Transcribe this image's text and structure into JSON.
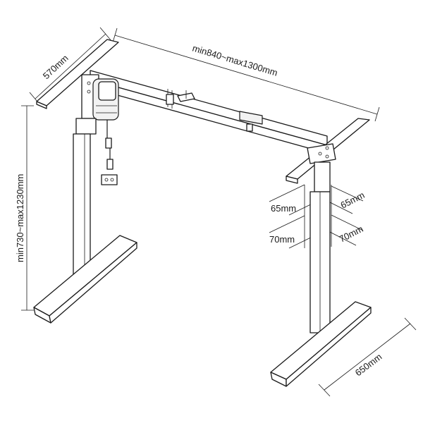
{
  "dimensions": {
    "depth": "570mm",
    "width": "min840~max1300mm",
    "height": "min730~max1230mm",
    "foot_length": "650mm",
    "upper_column_left": "65mm",
    "upper_column_right": "65mm",
    "lower_column_left": "70mm",
    "lower_column_right": "70mm"
  }
}
